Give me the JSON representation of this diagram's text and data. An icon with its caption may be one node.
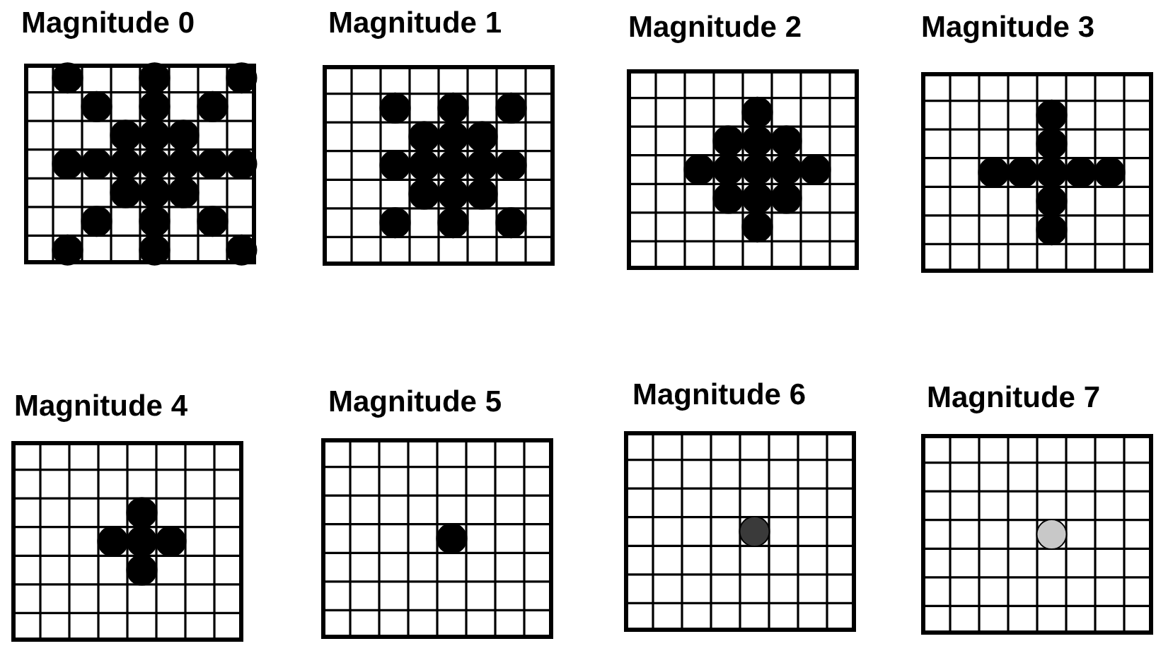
{
  "diagram": {
    "nodes": [
      {
        "text": [
          "Magnitude 0"
        ]
      },
      {
        "text": [
          "Magnitude 1"
        ]
      },
      {
        "text": [
          "Magnitude 2"
        ]
      },
      {
        "text": [
          "Magnitude 3"
        ]
      },
      {
        "text": [
          "Magnitude 4"
        ]
      },
      {
        "text": [
          "Magnitude 5"
        ]
      },
      {
        "text": [
          "Magnitude 6"
        ]
      },
      {
        "text": [
          "Magnitude 7"
        ]
      }
    ]
  }
}
